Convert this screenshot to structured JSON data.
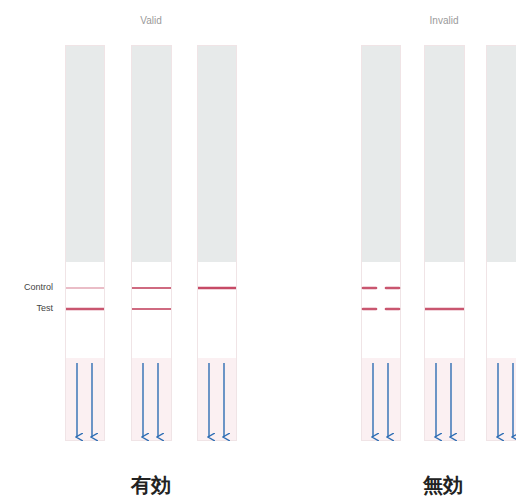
{
  "diagram": {
    "labels": [
      "Valid",
      "Invalid",
      "Control",
      "Test",
      "有効",
      "無効"
    ]
  }
}
